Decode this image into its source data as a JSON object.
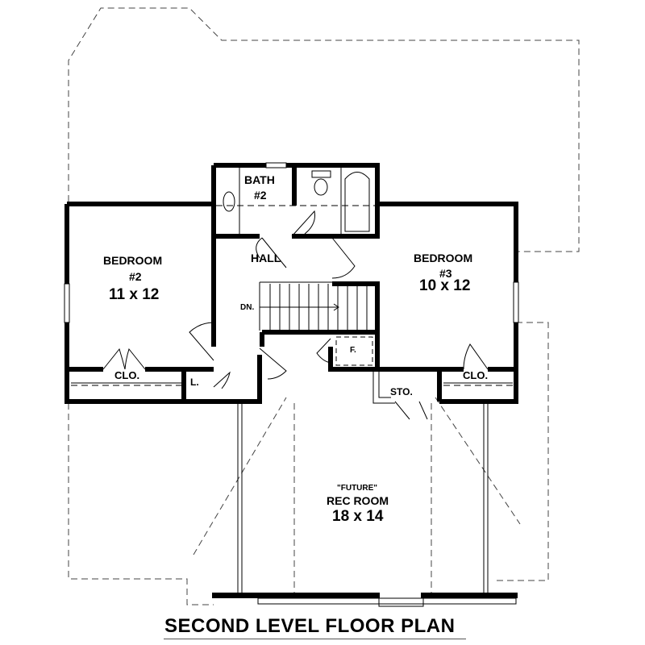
{
  "title": "SECOND LEVEL FLOOR PLAN",
  "rooms": {
    "bedroom2": {
      "name": "BEDROOM",
      "number": "#2",
      "dimensions": "11 x 12"
    },
    "bedroom3": {
      "name": "BEDROOM",
      "number": "#3",
      "dimensions": "10 x 12"
    },
    "bath2": {
      "name": "BATH",
      "number": "#2"
    },
    "hall": {
      "name": "HALL"
    },
    "rec_room": {
      "qualifier": "\"FUTURE\"",
      "name": "REC ROOM",
      "dimensions": "18 x 14"
    }
  },
  "small_labels": {
    "stairs": "DN.",
    "closet_left": "CLO.",
    "closet_right": "CLO.",
    "linen": "L.",
    "furnace": "F.",
    "storage": "STO."
  },
  "colors": {
    "wall": "#000000",
    "background": "#ffffff",
    "dashed": "#444444"
  }
}
